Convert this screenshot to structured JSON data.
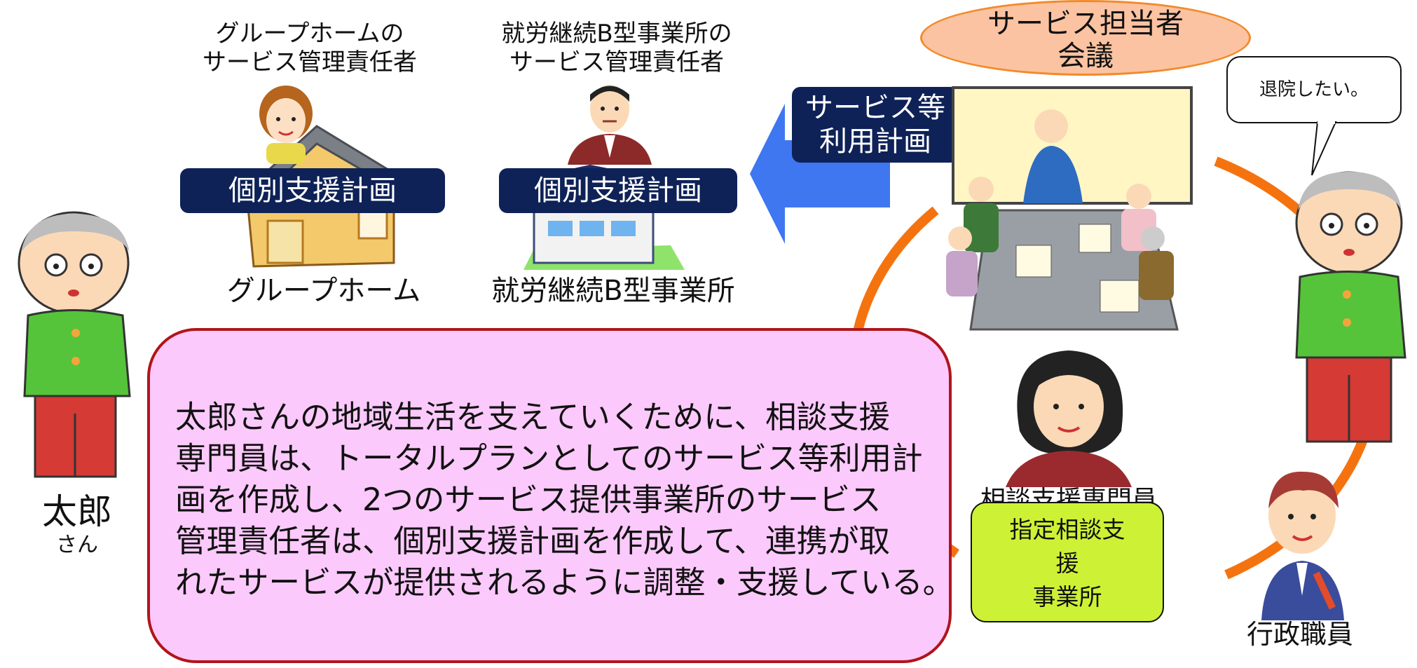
{
  "gh_manager_caption": [
    "グループホームの",
    "サービス管理責任者"
  ],
  "work_manager_caption": [
    "就労継続B型事業所の",
    "サービス管理責任者"
  ],
  "gh_plan_label": "個別支援計画",
  "work_plan_label": "個別支援計画",
  "gh_caption": "グループホーム",
  "work_caption": "就労継続B型事業所",
  "service_plan_label": [
    "サービス等",
    "利用計画"
  ],
  "council_label": [
    "サービス担当者",
    "会議"
  ],
  "speech_text": "退院したい。",
  "taro_name": "太郎",
  "taro_honorific": "さん",
  "main_text": "太郎さんの地域生活を支えていくために、相談支援\n専門員は、トータルプランとしてのサービス等利用計\n画を作成し、2つのサービス提供事業所のサービス\n管理責任者は、個別支援計画を作成して、連携が取\nれたサービスが提供されるように調整・支援している。",
  "consultant_caption": "相談支援専門員",
  "agency_box": [
    "指定相談支",
    "援",
    "事業所"
  ],
  "official_caption": "行政職員",
  "colors": {
    "navy": "#0e2257",
    "pink_bubble": "#fbc9fb",
    "bubble_border": "#b1141b",
    "lime": "#cdf235",
    "orange_circle": "#f5730f",
    "arrow_blue": "#3f77f0",
    "council_fill": "#fbc3a1"
  },
  "icons": [
    "elderly-man-left",
    "elderly-man-right",
    "woman-manager",
    "man-manager",
    "group-home-house",
    "work-office-building",
    "meeting-illustration",
    "consultant-woman",
    "official-man",
    "blue-arrow-left"
  ]
}
